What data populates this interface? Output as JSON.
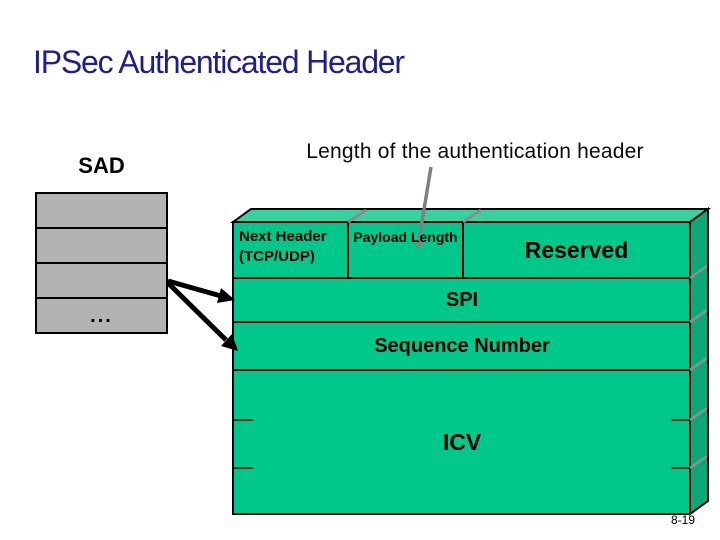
{
  "slide": {
    "title": "IPSec Authenticated Header",
    "annotation": "Length of the authentication header",
    "page_number": "8-19"
  },
  "sad": {
    "label": "SAD",
    "ellipsis": "..."
  },
  "ah_fields": {
    "next_header": "Next Header",
    "next_header_sub": "(TCP/UDP)",
    "payload_length": "Payload Length",
    "reserved": "Reserved",
    "spi": "SPI",
    "sequence_number": "Sequence Number",
    "icv": "ICV"
  },
  "colors": {
    "title_navy": "#1e1e8c",
    "box_front": "#00c78a",
    "box_top": "#38d1a0",
    "box_side": "#0ea878",
    "sad_fill": "#b2b2b2",
    "callout_gray": "#808080",
    "edge_gray": "#909090",
    "arrow_black": "#000000"
  }
}
